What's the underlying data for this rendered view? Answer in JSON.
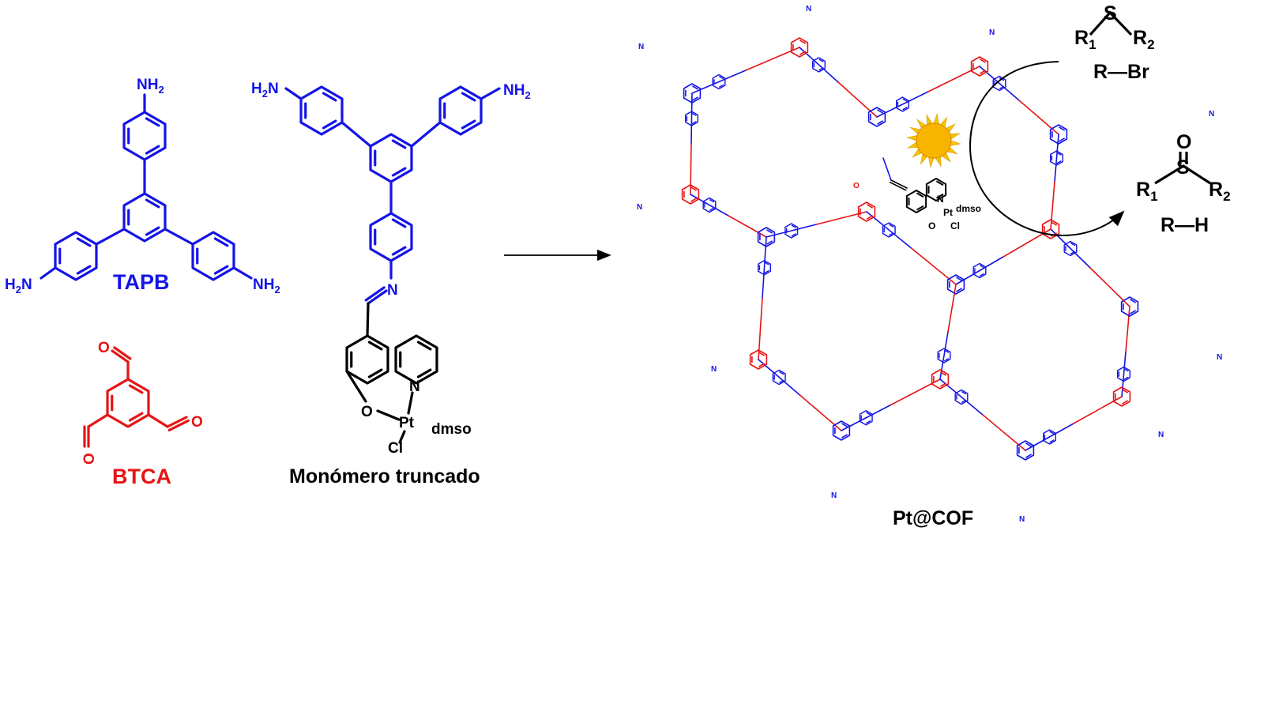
{
  "colors": {
    "amine": "#1414e6",
    "aldehyde": "#e61414",
    "complex": "#000000",
    "sun_core": "#f7b500",
    "sun_rays": "#f5c400"
  },
  "tapb": {
    "label": "TAPB",
    "amine_top": "NH",
    "amine_left": "H",
    "amine_right": "NH",
    "sub": "2",
    "n_left": "N"
  },
  "btca": {
    "label": "BTCA",
    "oxygen": "O"
  },
  "monomer": {
    "label": "Monómero truncado",
    "amine_left": "H",
    "amine_left_n": "N",
    "amine_right": "NH",
    "sub": "2",
    "imine_n": "N",
    "ring_n": "N",
    "oxygen": "O",
    "metal": "Pt",
    "ligand": "dmso",
    "chloride": "Cl"
  },
  "cof": {
    "label": "Pt@COF",
    "imine_n": "N",
    "aldehyde_o": "O"
  },
  "reaction": {
    "sulfide": {
      "r1": "R",
      "s": "S",
      "r2": "R",
      "sub1": "1",
      "sub2": "2"
    },
    "bromide": "R—Br",
    "sulfoxide": {
      "r1": "R",
      "s": "S",
      "r2": "R",
      "o": "O",
      "sub1": "1",
      "sub2": "2"
    },
    "alkane": "R—H"
  }
}
